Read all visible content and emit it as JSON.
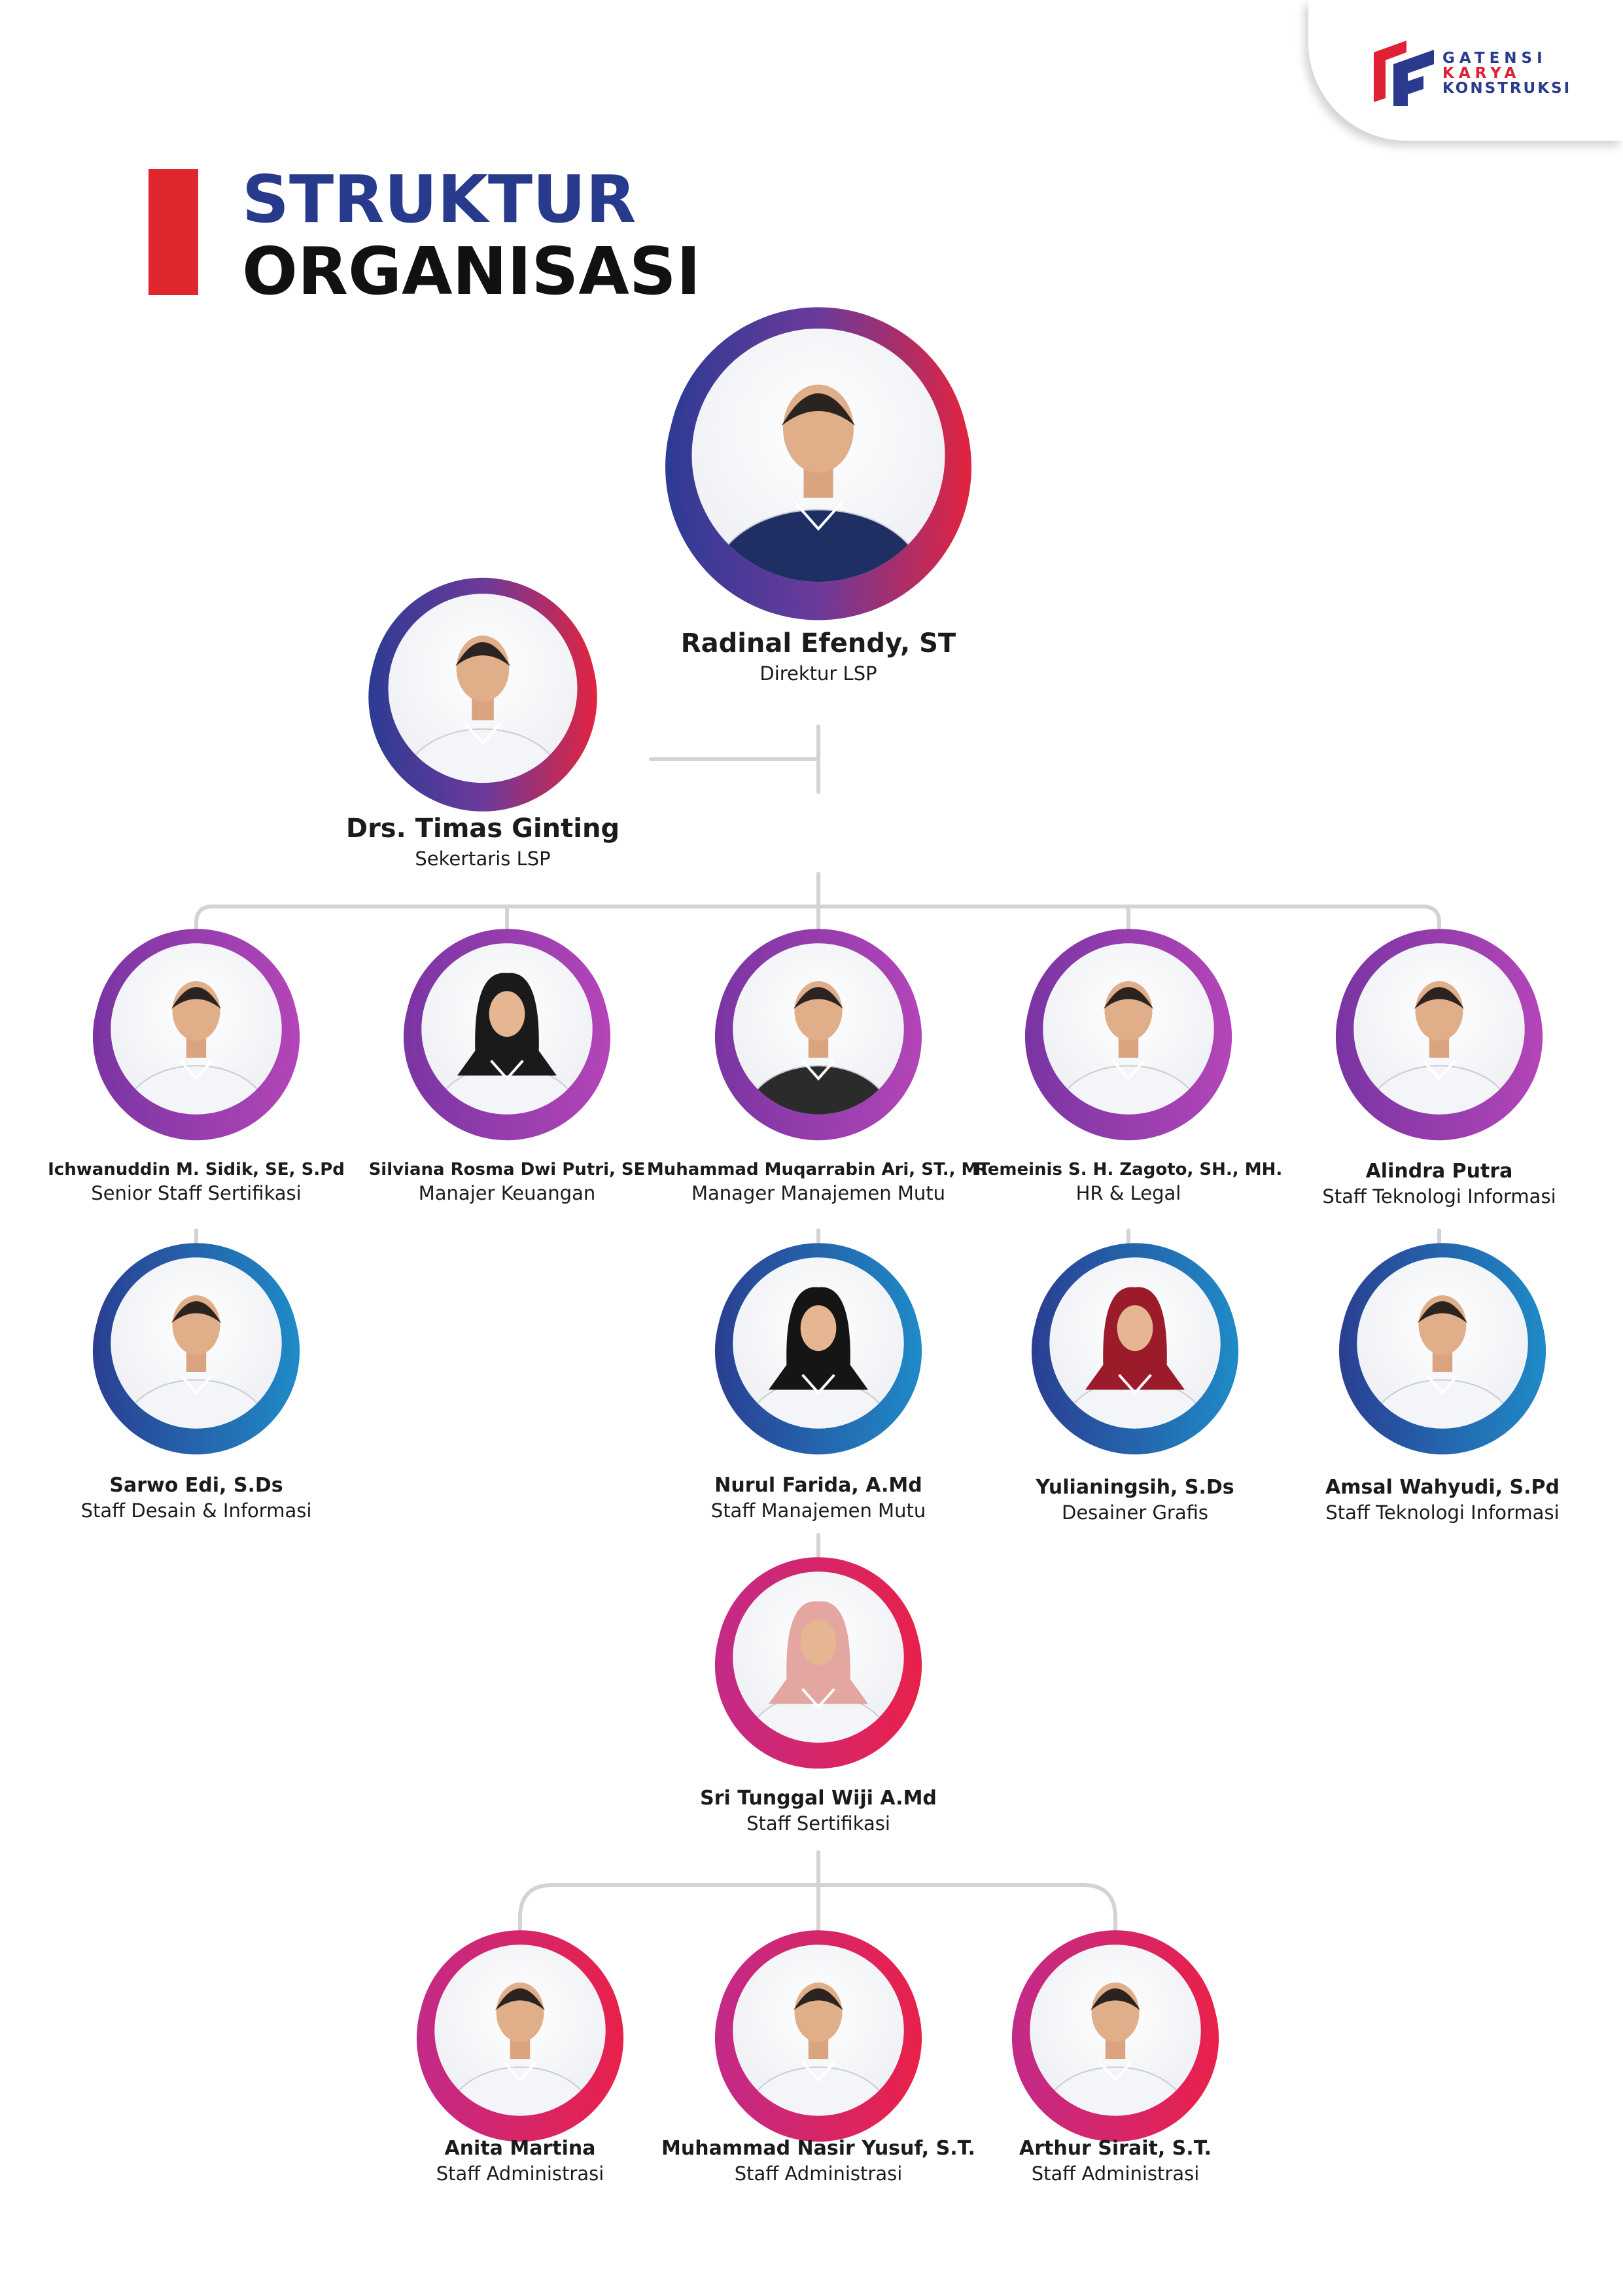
{
  "logo": {
    "line1": "GATENSI",
    "line2": "KARYA",
    "line3": "KONSTRUKSI",
    "mark": "gatensi-logo-mark"
  },
  "title": {
    "line1": "STRUKTUR",
    "line2": "ORGANISASI"
  },
  "colors": {
    "title_accent": "#e0262f",
    "title_blue": "#283a8c",
    "connector": "#d3d3d3"
  },
  "people": [
    {
      "id": "direktur",
      "name": "Radinal Efendy, ST",
      "role": "Direktur LSP",
      "ring": "blue-red"
    },
    {
      "id": "sekretaris",
      "name": "Drs. Timas Ginting",
      "role": "Sekertaris LSP",
      "ring": "blue-red"
    },
    {
      "id": "ichwanuddin",
      "name": "Ichwanuddin M. Sidik, SE, S.Pd",
      "role": "Senior Staff Sertifikasi",
      "ring": "purple"
    },
    {
      "id": "silviana",
      "name": "Silviana Rosma Dwi Putri, SE",
      "role": "Manajer Keuangan",
      "ring": "purple"
    },
    {
      "id": "muqarrabin",
      "name": "Muhammad Muqarrabin Ari, ST., MT",
      "role": "Manager Manajemen Mutu",
      "ring": "purple"
    },
    {
      "id": "remeinis",
      "name": "Remeinis S. H. Zagoto, SH., MH.",
      "role": "HR & Legal",
      "ring": "purple"
    },
    {
      "id": "alindra",
      "name": "Alindra Putra",
      "role": "Staff Teknologi Informasi",
      "ring": "purple"
    },
    {
      "id": "sarwo",
      "name": "Sarwo Edi, S.Ds",
      "role": "Staff Desain & Informasi",
      "ring": "blue"
    },
    {
      "id": "nurul",
      "name": "Nurul Farida, A.Md",
      "role": "Staff Manajemen Mutu",
      "ring": "blue"
    },
    {
      "id": "yulianingsih",
      "name": "Yulianingsih, S.Ds",
      "role": "Desainer Grafis",
      "ring": "blue"
    },
    {
      "id": "amsal",
      "name": "Amsal Wahyudi, S.Pd",
      "role": "Staff Teknologi Informasi",
      "ring": "blue"
    },
    {
      "id": "sri",
      "name": "Sri Tunggal Wiji A.Md",
      "role": "Staff Sertifikasi",
      "ring": "pink"
    },
    {
      "id": "anita",
      "name": "Anita Martina",
      "role": "Staff Administrasi",
      "ring": "pink"
    },
    {
      "id": "nasir",
      "name": "Muhammad Nasir Yusuf, S.T.",
      "role": "Staff Administrasi",
      "ring": "pink"
    },
    {
      "id": "arthur",
      "name": "Arthur Sirait, S.T.",
      "role": "Staff Administrasi",
      "ring": "pink"
    }
  ]
}
